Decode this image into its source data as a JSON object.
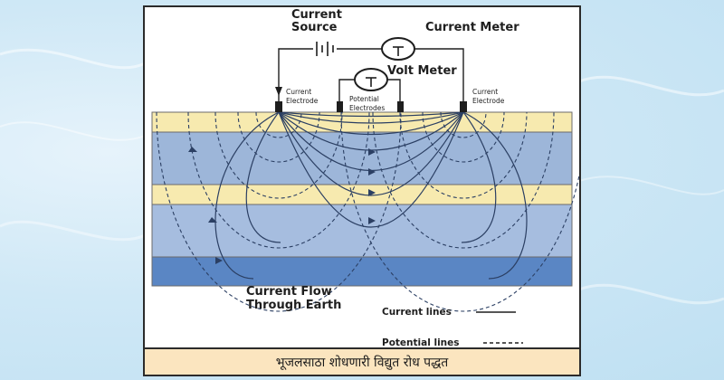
{
  "diagram": {
    "current_source_label": "Current\nSource",
    "current_meter_label": "Current Meter",
    "volt_meter_label": "Volt Meter",
    "left_electrode_label": "Current\nElectrode",
    "potential_electrodes_label": "Potential\nElectrodes",
    "right_electrode_label": "Current\nElectrode",
    "flow_label": "Current Flow\nThrough Earth",
    "legend": {
      "current_lines": "Current lines",
      "potential_lines": "Potential lines"
    }
  },
  "caption": "भूजलसाठा शोधणारी विद्युत रोध पद्धत",
  "colors": {
    "layer_yellow": "#f7eaaf",
    "layer_blue": "#9db6d9",
    "layer_blue_dark": "#5a86c4",
    "caption_bg": "#fbe5bf"
  }
}
